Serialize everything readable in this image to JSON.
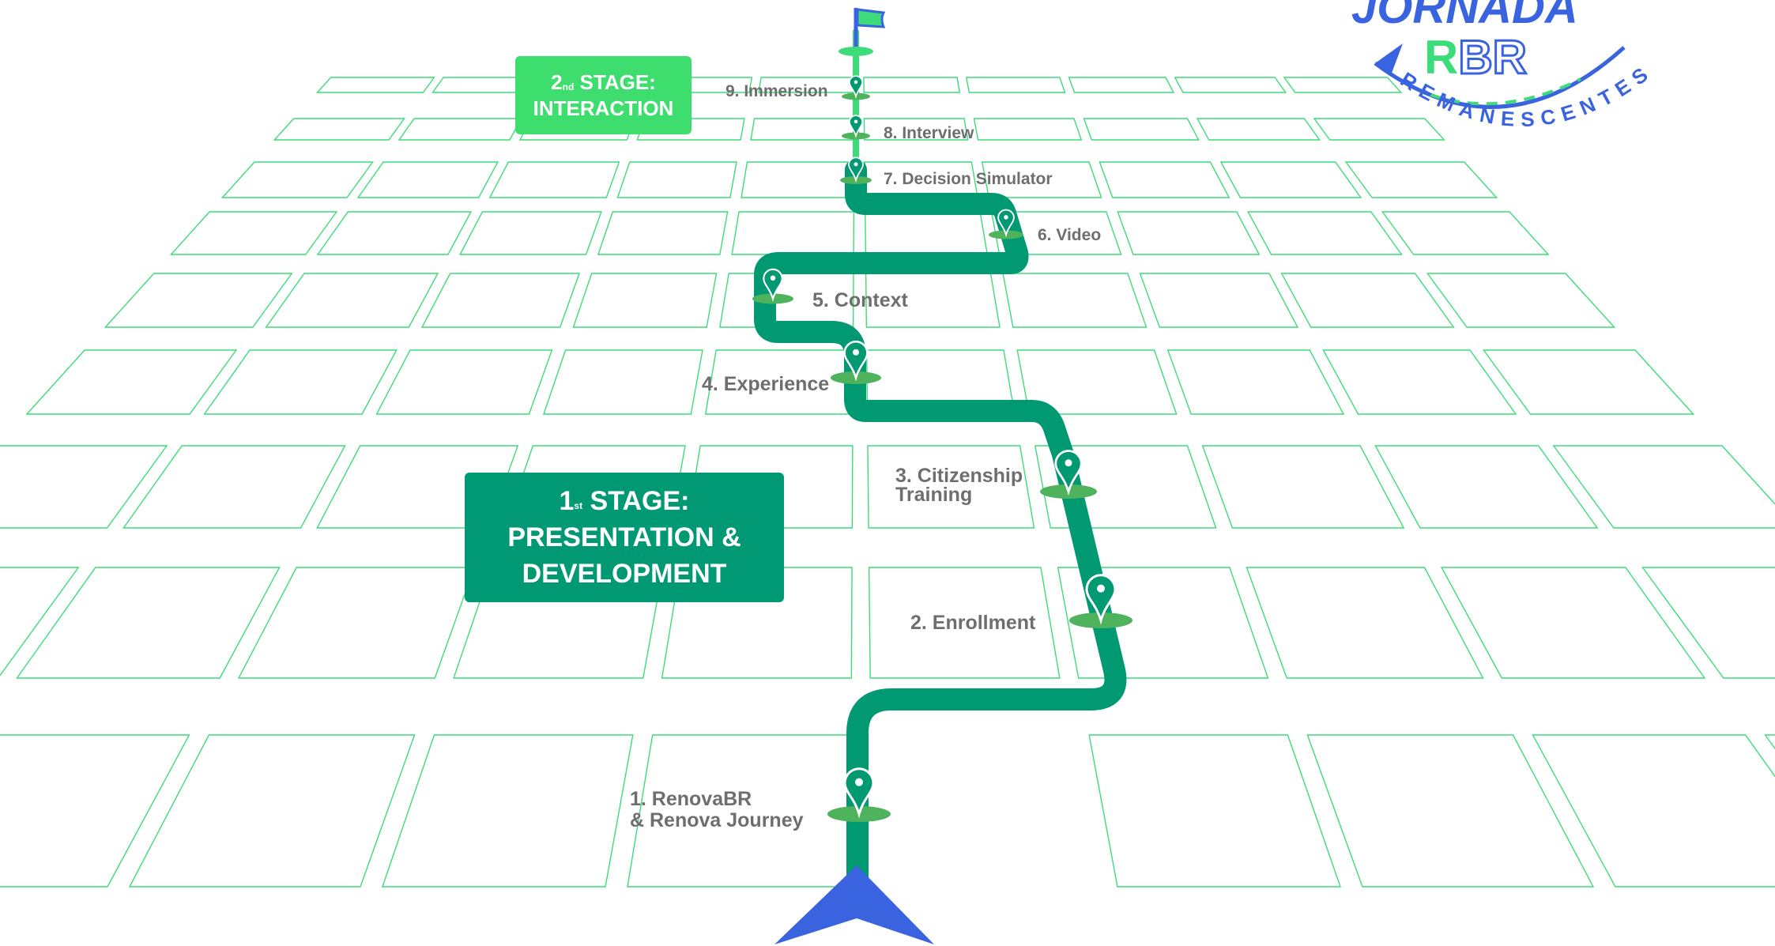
{
  "colors": {
    "grid_line": "#3ddc7a",
    "path": "#019972",
    "path_light": "#3ddc7a",
    "marker_base": "#4eb35c",
    "arrow": "#3a63e0",
    "flag": "#3ddc7a",
    "logo_blue": "#3a63e0",
    "logo_green": "#3ddc7a",
    "label_text": "#6e6e6e"
  },
  "stages": [
    {
      "number": "1",
      "suffix": "st",
      "title": "STAGE:",
      "lines": [
        "PRESENTATION &",
        "DEVELOPMENT"
      ]
    },
    {
      "number": "2",
      "suffix": "nd",
      "title": "STAGE:",
      "lines": [
        "INTERACTION"
      ]
    }
  ],
  "steps": [
    {
      "lines": [
        "1. RenovaBR",
        "& Renova Journey"
      ]
    },
    {
      "lines": [
        "2. Enrollment"
      ]
    },
    {
      "lines": [
        "3. Citizenship",
        "Training"
      ]
    },
    {
      "lines": [
        "4. Experience"
      ]
    },
    {
      "lines": [
        "5. Context"
      ]
    },
    {
      "lines": [
        "6. Video"
      ]
    },
    {
      "lines": [
        "7. Decision Simulator"
      ]
    },
    {
      "lines": [
        "8. Interview"
      ]
    },
    {
      "lines": [
        "9. Immersion"
      ]
    }
  ],
  "logo": {
    "word_top": "JORNADA",
    "word_mid_r": "R",
    "word_mid_br": "BR",
    "arc_text": "REMANESCENTES"
  },
  "icons": {
    "start": "arrow-up-icon",
    "marker": "map-pin-icon",
    "finish": "flag-icon"
  }
}
